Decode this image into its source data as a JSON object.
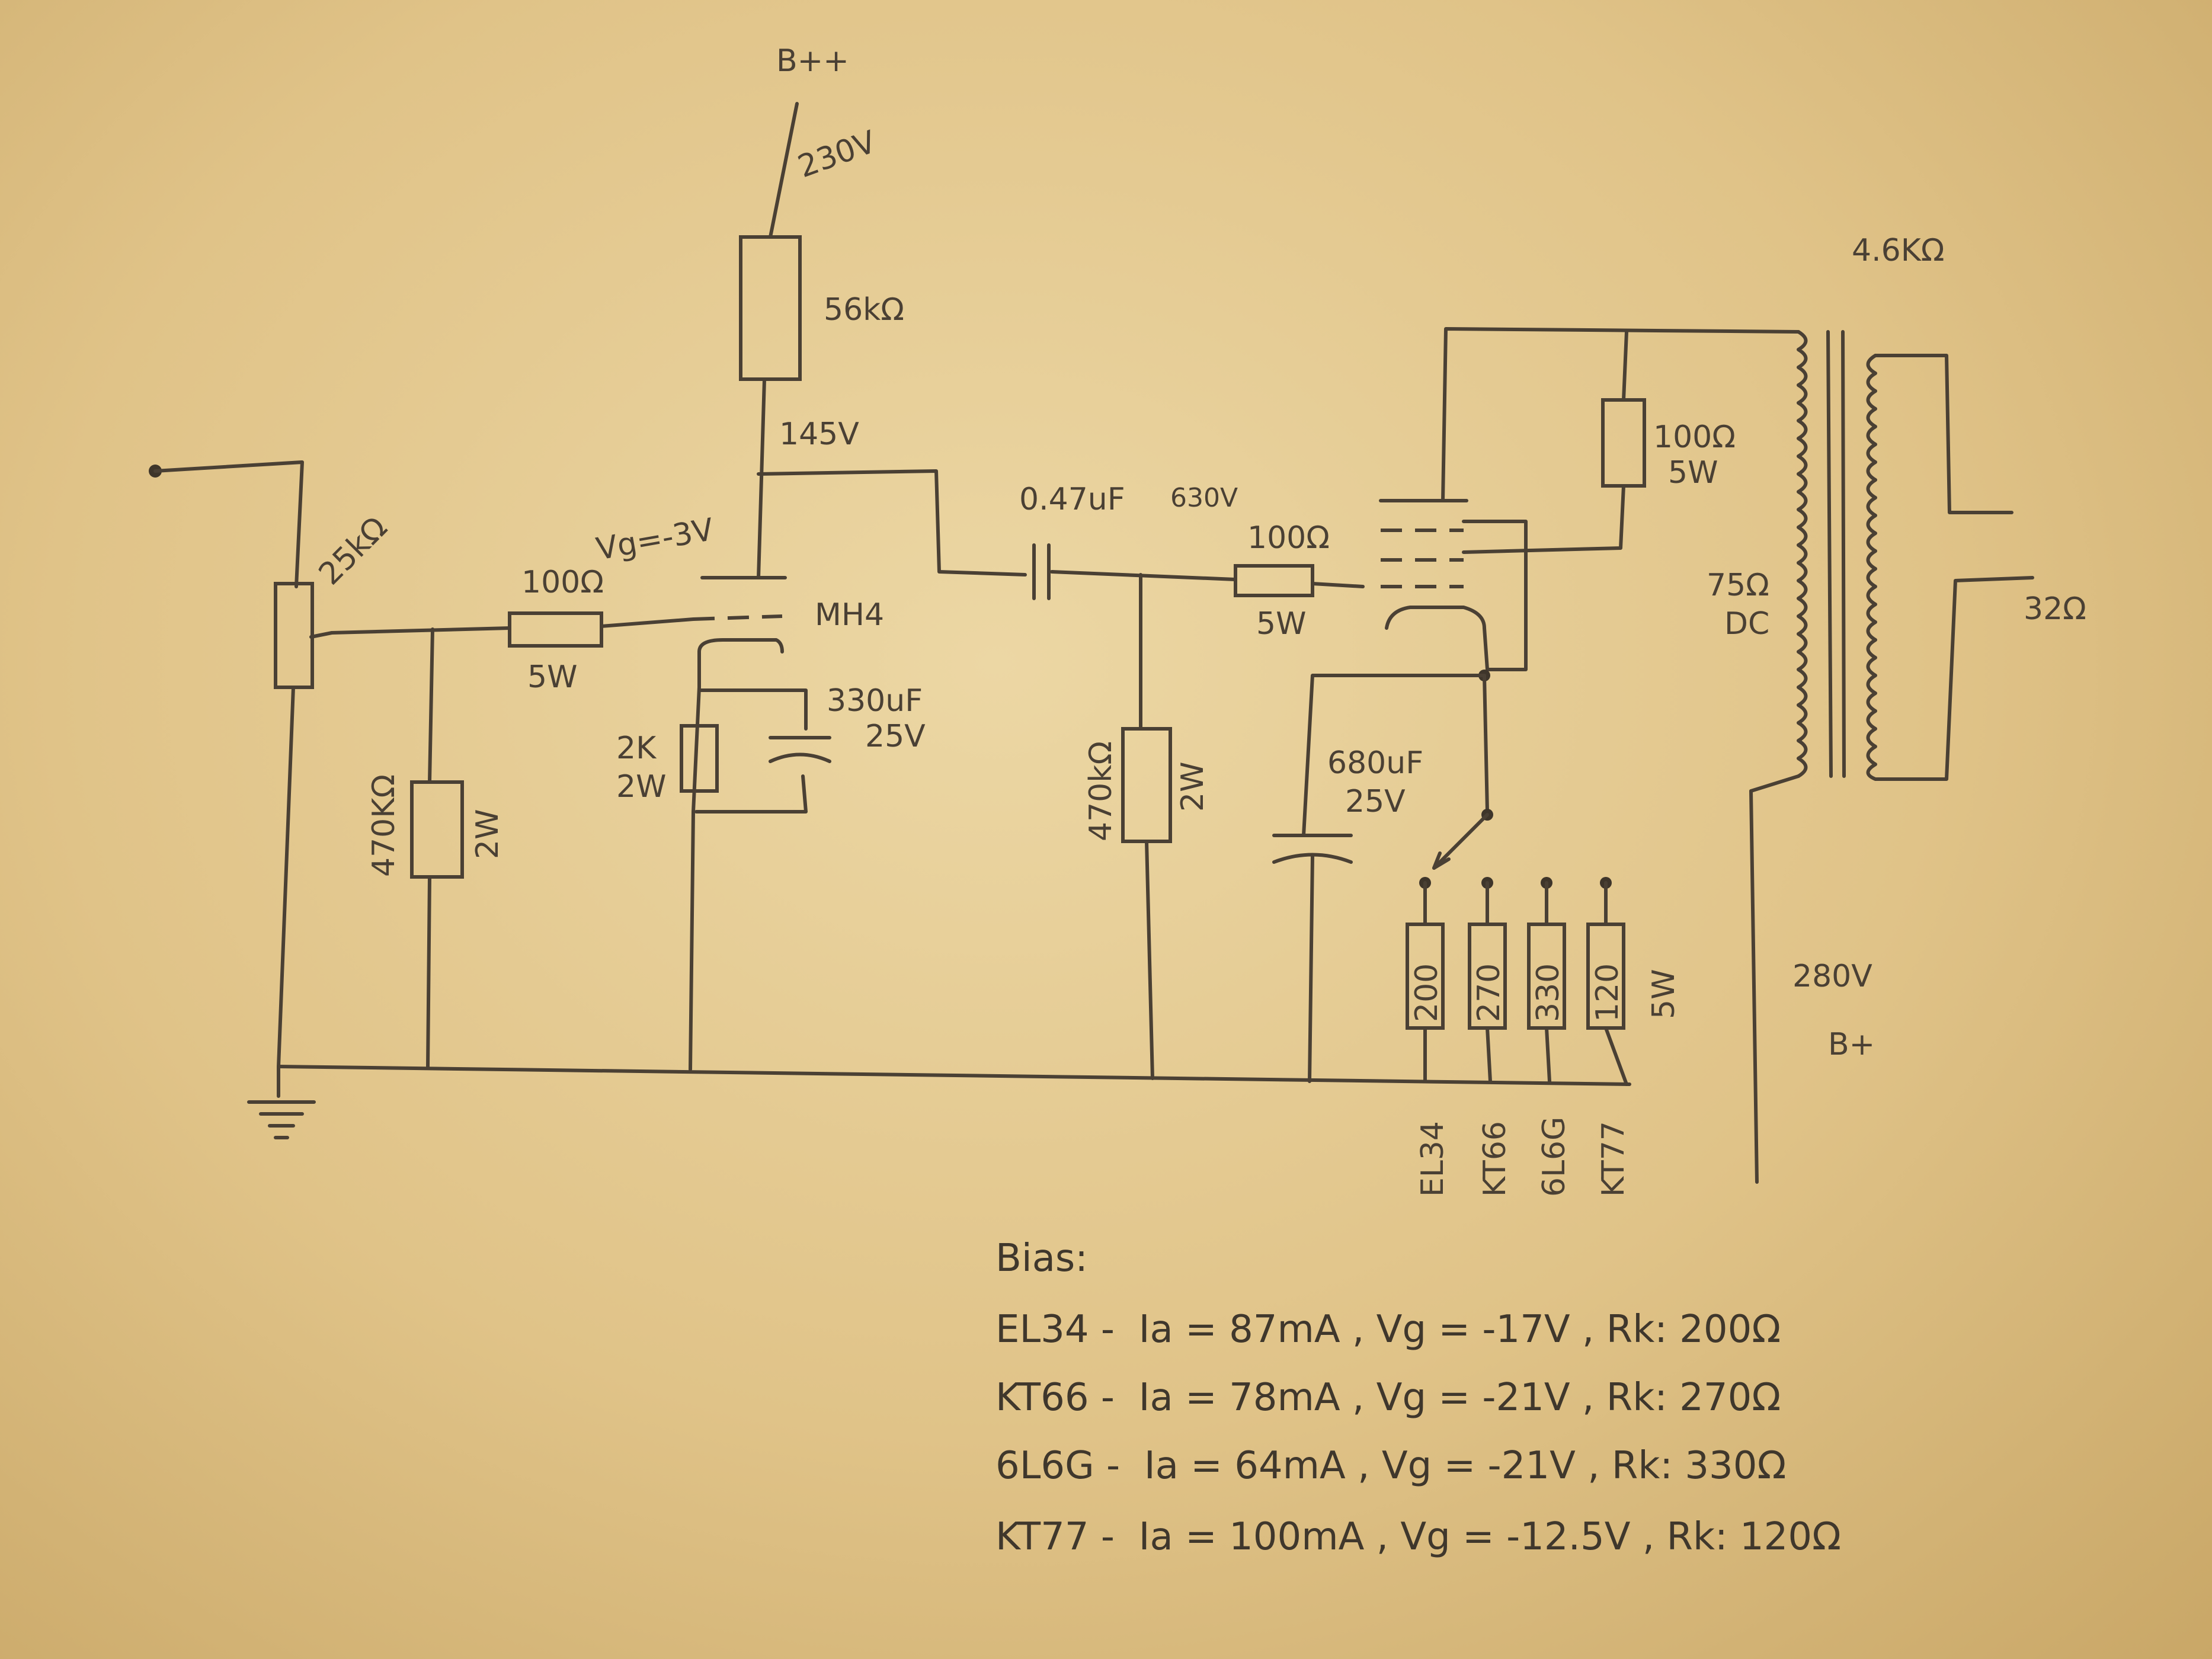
{
  "supply": {
    "bpp": "B++",
    "bpp_voltage": "230V",
    "bp_voltage": "280V",
    "bp": "B+"
  },
  "input_pot": {
    "value": "25kΩ"
  },
  "grid_stopper_1": {
    "value": "100Ω",
    "power": "5W",
    "note": "Vg=-3V"
  },
  "grid_leak_1": {
    "value": "470KΩ",
    "power": "2W"
  },
  "plate_resistor": {
    "value": "56kΩ",
    "node_voltage": "145V"
  },
  "driver_tube": {
    "name": "MH4"
  },
  "cathode_resistor_1": {
    "value": "2K",
    "power": "2W"
  },
  "cathode_cap_1": {
    "value": "330uF",
    "voltage": "25V"
  },
  "coupling_cap": {
    "value": "0.47uF",
    "voltage": "630V"
  },
  "grid_leak_2": {
    "value": "470kΩ",
    "power": "2W"
  },
  "grid_stopper_2": {
    "value": "100Ω",
    "power": "5W"
  },
  "screen_resistor": {
    "value": "100Ω",
    "power": "5W"
  },
  "cathode_cap_2": {
    "value": "680uF",
    "voltage": "25V"
  },
  "cathode_selector": {
    "resistors": [
      "200",
      "270",
      "330",
      "120"
    ],
    "power": "5W",
    "tubes": [
      "EL34",
      "KT66",
      "6L6G",
      "KT77"
    ]
  },
  "transformer": {
    "primary_impedance": "4.6KΩ",
    "primary_dc": "75Ω",
    "dc_label": "DC",
    "secondary": "32Ω"
  },
  "bias_table": {
    "title": "Bias:",
    "rows": [
      "EL34 -  Ia = 87mA , Vg = -17V , Rk: 200Ω",
      "KT66 -  Ia = 78mA , Vg = -21V , Rk: 270Ω",
      "6L6G -  Ia = 64mA , Vg = -21V , Rk: 330Ω",
      "KT77 -  Ia = 100mA , Vg = -12.5V , Rk: 120Ω"
    ]
  }
}
